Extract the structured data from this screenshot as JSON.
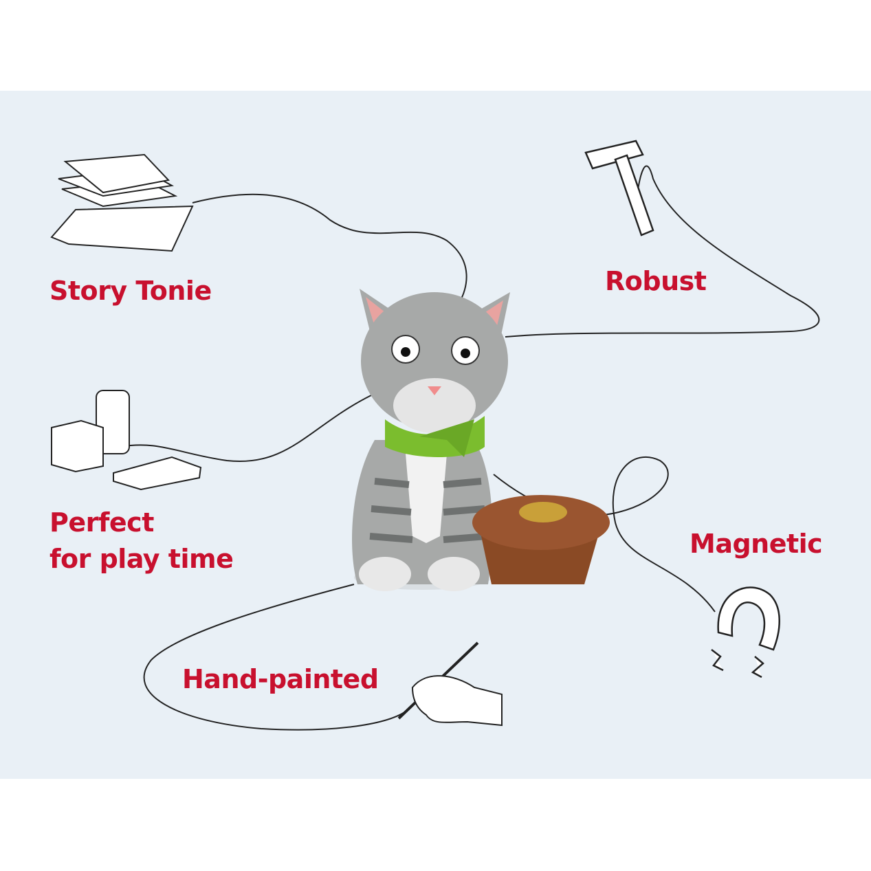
{
  "features": {
    "story": "Story Tonie",
    "robust": "Robust",
    "play_line1": "Perfect",
    "play_line2": "for play time",
    "magnetic": "Magnetic",
    "hand_painted": "Hand-painted"
  },
  "colors": {
    "background": "#e9f0f6",
    "label": "#c8102e",
    "line": "#222222",
    "cat_grey": "#a7a9a8",
    "bow_green": "#7bbd2e",
    "basket_brown": "#8a4a25"
  }
}
